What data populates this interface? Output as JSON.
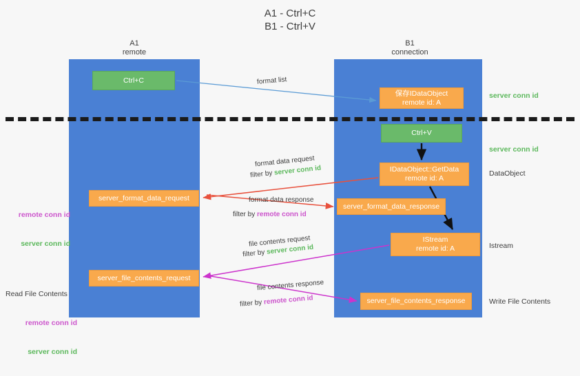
{
  "title": "A1 - Ctrl+C\nB1 - Ctrl+V",
  "lanes": [
    {
      "name": "A1",
      "sub": "remote",
      "header": "A1\nremote"
    },
    {
      "name": "B1",
      "sub": "connection",
      "header": "B1\nconnection"
    }
  ],
  "nodes": {
    "ctrl_c": "Ctrl+C",
    "ctrl_v": "Ctrl+V",
    "save_dataobject": "保存IDataObject\nremote id: A",
    "getdata": "IDataObject::GetData\nremote id: A",
    "istream": "IStream\nremote id: A",
    "server_format_data_request": "server_format_data_request",
    "server_format_data_response": "server_format_data_response",
    "server_file_contents_request": "server_file_contents_request",
    "server_file_contents_response": "server_file_contents_response"
  },
  "edges": {
    "format_list": "format list",
    "format_data_request": "format data request",
    "format_data_request_filter_prefix": "filter by ",
    "format_data_request_filter_value": "server conn id",
    "format_data_response": "format data response",
    "format_data_response_filter_prefix": "filter by ",
    "format_data_response_filter_value": "remote conn id",
    "file_contents_request": "file contents request",
    "file_contents_request_filter_prefix": "filter by ",
    "file_contents_request_filter_value": "server conn id",
    "file_contents_response": "file contents response",
    "file_contents_response_filter_prefix": "filter by ",
    "file_contents_response_filter_value": "remote conn id"
  },
  "annotations": {
    "left_ids_remote": "remote conn id",
    "left_ids_server": "server conn id",
    "read_file_contents": "Read File Contents",
    "right_server_conn_id_top": "server conn id",
    "right_server_conn_id_mid": "server conn id",
    "right_dataobject": "DataObject",
    "right_istream": "Istream",
    "right_write_file_contents": "Write File Contents"
  },
  "colors": {
    "background": "#f7f7f7",
    "lane": "#4a80d4",
    "node_green": "#6aba6a",
    "node_orange": "#f9a94c",
    "text_green": "#5cb85c",
    "text_magenta": "#cc55cc",
    "arrow_blue": "#5b9bd5",
    "arrow_red": "#e8513d",
    "arrow_magenta": "#cc33cc",
    "arrow_black": "#111111",
    "divider": "#1b1b1b"
  }
}
